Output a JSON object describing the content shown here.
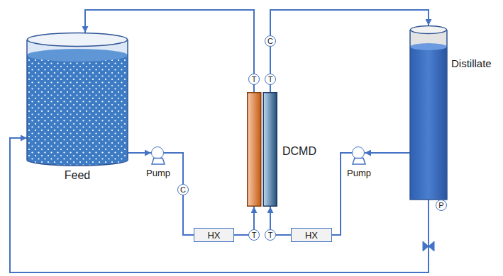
{
  "diagram": {
    "nodes": [
      {
        "text": [
          "Feed"
        ]
      },
      {
        "text": [
          "Pump"
        ]
      },
      {
        "text": [
          "C"
        ]
      },
      {
        "text": [
          "HX"
        ]
      },
      {
        "text": [
          "T"
        ]
      },
      {
        "text": [
          "DCMD"
        ]
      },
      {
        "text": [
          "T"
        ]
      },
      {
        "text": [
          "T"
        ]
      },
      {
        "text": [
          "C"
        ]
      },
      {
        "text": [
          "Distillate"
        ]
      },
      {
        "text": [
          "P"
        ]
      },
      {
        "text": [
          "Pump"
        ]
      },
      {
        "text": [
          "HX"
        ]
      },
      {
        "text": [
          "T"
        ]
      }
    ],
    "edges": [
      {
        "from": 0,
        "to": 1,
        "arrow": "to"
      },
      {
        "from": 1,
        "to": 2,
        "arrow": "none"
      },
      {
        "from": 2,
        "to": 3,
        "arrow": "none"
      },
      {
        "from": 3,
        "to": 4,
        "arrow": "none"
      },
      {
        "from": 4,
        "to": 5,
        "arrow": "to"
      },
      {
        "from": 5,
        "to": 6,
        "arrow": "none"
      },
      {
        "from": 6,
        "to": 0,
        "arrow": "to"
      },
      {
        "from": 5,
        "to": 7,
        "arrow": "none"
      },
      {
        "from": 7,
        "to": 8,
        "arrow": "none"
      },
      {
        "from": 8,
        "to": 9,
        "arrow": "to"
      },
      {
        "from": 9,
        "to": 11,
        "arrow": "to"
      },
      {
        "from": 11,
        "to": 12,
        "arrow": "none"
      },
      {
        "from": 12,
        "to": 13,
        "arrow": "none"
      },
      {
        "from": 13,
        "to": 5,
        "arrow": "to"
      },
      {
        "from": 9,
        "to": 0,
        "arrow": "to"
      }
    ]
  }
}
